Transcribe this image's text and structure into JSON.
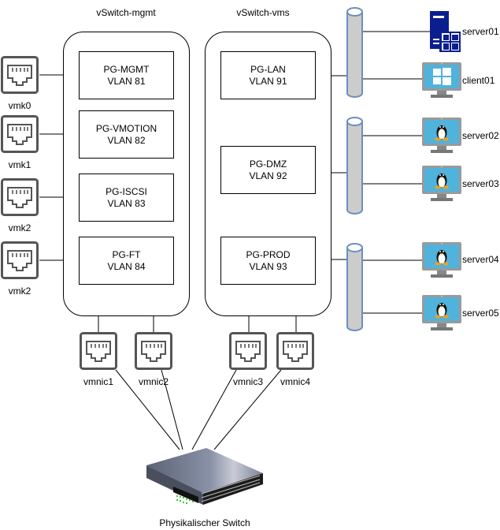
{
  "vswitches": [
    {
      "title": "vSwitch-mgmt",
      "portgroups": [
        {
          "name": "PG-MGMT",
          "vlan": "VLAN 81"
        },
        {
          "name": "PG-VMOTION",
          "vlan": "VLAN 82"
        },
        {
          "name": "PG-ISCSI",
          "vlan": "VLAN 83"
        },
        {
          "name": "PG-FT",
          "vlan": "VLAN 84"
        }
      ]
    },
    {
      "title": "vSwitch-vms",
      "portgroups": [
        {
          "name": "PG-LAN",
          "vlan": "VLAN 91"
        },
        {
          "name": "PG-DMZ",
          "vlan": "VLAN 92"
        },
        {
          "name": "PG-PROD",
          "vlan": "VLAN 93"
        }
      ]
    }
  ],
  "vmkernel_ports": [
    "vmk0",
    "vmk1",
    "vmk2",
    "vmk2"
  ],
  "vmnics": [
    "vmnic1",
    "vmnic2",
    "vmnic3",
    "vmnic4"
  ],
  "hosts": [
    {
      "name": "server01",
      "icon": "windows-server-icon"
    },
    {
      "name": "client01",
      "icon": "windows-client-icon"
    },
    {
      "name": "server02",
      "icon": "linux-monitor-icon"
    },
    {
      "name": "server03",
      "icon": "linux-monitor-icon"
    },
    {
      "name": "server04",
      "icon": "linux-monitor-icon"
    },
    {
      "name": "server05",
      "icon": "linux-monitor-icon"
    }
  ],
  "physical_switch": {
    "label": "Physikalischer Switch"
  },
  "colors": {
    "line": "#000000",
    "nic_border": "#555555",
    "bus_fill": "#cccccc",
    "bus_stroke": "#6c8ebf",
    "win_server_blue": "#0a1e8f",
    "monitor_screen": "#4fb3dc",
    "monitor_frame": "#9a9a9a",
    "led_green": "#33cc33"
  }
}
